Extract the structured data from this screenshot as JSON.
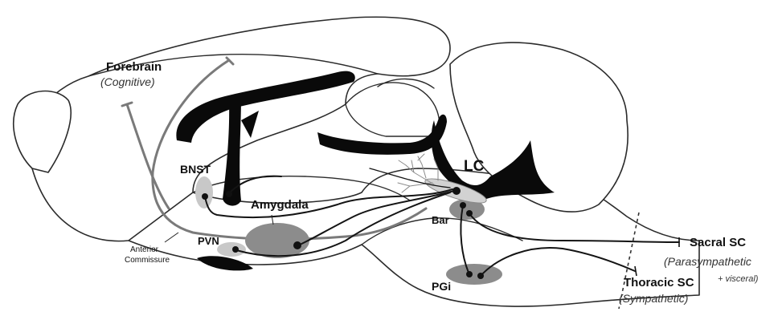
{
  "diagram": {
    "labels": {
      "forebrain": "Forebrain",
      "forebrain_sub": "(Cognitive)",
      "bnst": "BNST",
      "amygdala": "Amygdala",
      "pvn": "PVN",
      "anterior_commissure_1": "Anterior",
      "anterior_commissure_2": "Commissure",
      "lc": "LC",
      "bar": "Bar",
      "pgi": "PGi",
      "sacral_sc": "Sacral SC",
      "sacral_sub1": "(Parasympathetic",
      "sacral_sub2": "+ visceral)",
      "thoracic_sc": "Thoracic SC",
      "thoracic_sub": "(Sympathetic)"
    },
    "colors": {
      "nucleus_fill": "#8c8c8c",
      "light_nucleus_fill": "#c8c8c8",
      "tract": "#0a0a0a",
      "grey_pathway": "#7a7a7a"
    }
  }
}
